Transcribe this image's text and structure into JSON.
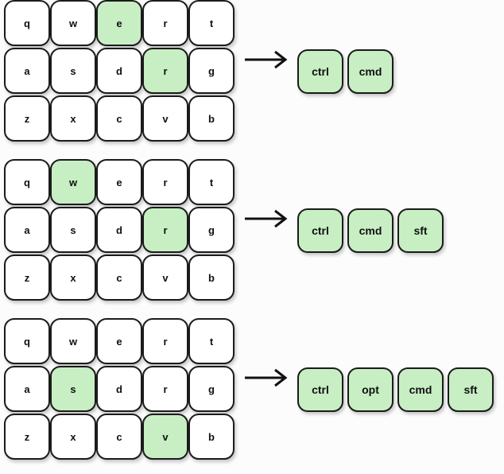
{
  "colors": {
    "background": "#fcfcfc",
    "key_fill": "#ffffff",
    "key_highlight": "#c7efc3",
    "key_border": "#1b1b1b",
    "text": "#101010"
  },
  "icons": {
    "arrow": "right-arrow-icon"
  },
  "mappings": [
    {
      "keyboard": {
        "rows": [
          [
            {
              "label": "q",
              "highlighted": false
            },
            {
              "label": "w",
              "highlighted": false
            },
            {
              "label": "e",
              "highlighted": true
            },
            {
              "label": "r",
              "highlighted": false
            },
            {
              "label": "t",
              "highlighted": false
            }
          ],
          [
            {
              "label": "a",
              "highlighted": false
            },
            {
              "label": "s",
              "highlighted": false
            },
            {
              "label": "d",
              "highlighted": false
            },
            {
              "label": "r",
              "highlighted": true
            },
            {
              "label": "g",
              "highlighted": false
            }
          ],
          [
            {
              "label": "z",
              "highlighted": false
            },
            {
              "label": "x",
              "highlighted": false
            },
            {
              "label": "c",
              "highlighted": false
            },
            {
              "label": "v",
              "highlighted": false
            },
            {
              "label": "b",
              "highlighted": false
            }
          ]
        ]
      },
      "modifiers": [
        {
          "label": "ctrl"
        },
        {
          "label": "cmd"
        }
      ]
    },
    {
      "keyboard": {
        "rows": [
          [
            {
              "label": "q",
              "highlighted": false
            },
            {
              "label": "w",
              "highlighted": true
            },
            {
              "label": "e",
              "highlighted": false
            },
            {
              "label": "r",
              "highlighted": false
            },
            {
              "label": "t",
              "highlighted": false
            }
          ],
          [
            {
              "label": "a",
              "highlighted": false
            },
            {
              "label": "s",
              "highlighted": false
            },
            {
              "label": "d",
              "highlighted": false
            },
            {
              "label": "r",
              "highlighted": true
            },
            {
              "label": "g",
              "highlighted": false
            }
          ],
          [
            {
              "label": "z",
              "highlighted": false
            },
            {
              "label": "x",
              "highlighted": false
            },
            {
              "label": "c",
              "highlighted": false
            },
            {
              "label": "v",
              "highlighted": false
            },
            {
              "label": "b",
              "highlighted": false
            }
          ]
        ]
      },
      "modifiers": [
        {
          "label": "ctrl"
        },
        {
          "label": "cmd"
        },
        {
          "label": "sft"
        }
      ]
    },
    {
      "keyboard": {
        "rows": [
          [
            {
              "label": "q",
              "highlighted": false
            },
            {
              "label": "w",
              "highlighted": false
            },
            {
              "label": "e",
              "highlighted": false
            },
            {
              "label": "r",
              "highlighted": false
            },
            {
              "label": "t",
              "highlighted": false
            }
          ],
          [
            {
              "label": "a",
              "highlighted": false
            },
            {
              "label": "s",
              "highlighted": true
            },
            {
              "label": "d",
              "highlighted": false
            },
            {
              "label": "r",
              "highlighted": false
            },
            {
              "label": "g",
              "highlighted": false
            }
          ],
          [
            {
              "label": "z",
              "highlighted": false
            },
            {
              "label": "x",
              "highlighted": false
            },
            {
              "label": "c",
              "highlighted": false
            },
            {
              "label": "v",
              "highlighted": true
            },
            {
              "label": "b",
              "highlighted": false
            }
          ]
        ]
      },
      "modifiers": [
        {
          "label": "ctrl"
        },
        {
          "label": "opt"
        },
        {
          "label": "cmd"
        },
        {
          "label": "sft"
        }
      ]
    }
  ]
}
